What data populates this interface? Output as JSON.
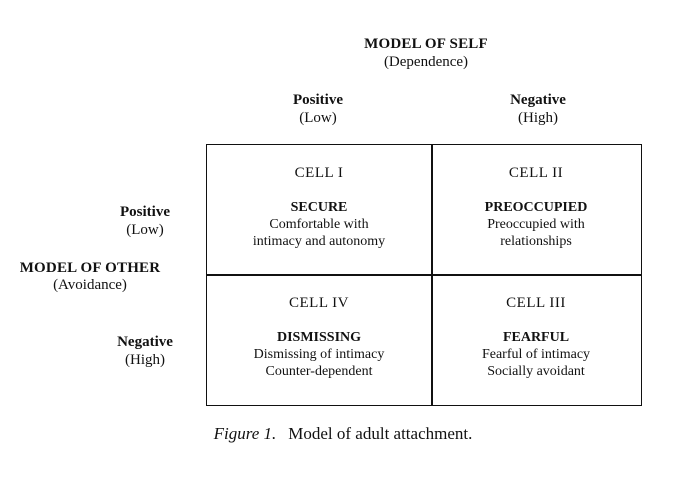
{
  "model_of_self": {
    "title": "MODEL OF SELF",
    "subtitle": "(Dependence)",
    "columns": [
      {
        "label": "Positive",
        "sub": "(Low)"
      },
      {
        "label": "Negative",
        "sub": "(High)"
      }
    ]
  },
  "model_of_other": {
    "title": "MODEL OF OTHER",
    "subtitle": "(Avoidance)",
    "rows": [
      {
        "label": "Positive",
        "sub": "(Low)"
      },
      {
        "label": "Negative",
        "sub": "(High)"
      }
    ]
  },
  "cells": [
    {
      "id": "CELL I",
      "name": "SECURE",
      "lines": [
        "Comfortable with",
        "intimacy and autonomy"
      ]
    },
    {
      "id": "CELL II",
      "name": "PREOCCUPIED",
      "lines": [
        "Preoccupied with",
        "relationships"
      ]
    },
    {
      "id": "CELL IV",
      "name": "DISMISSING",
      "lines": [
        "Dismissing of intimacy",
        "Counter-dependent"
      ]
    },
    {
      "id": "CELL III",
      "name": "FEARFUL",
      "lines": [
        "Fearful of intimacy",
        "Socially avoidant"
      ]
    }
  ],
  "caption": {
    "figure": "Figure 1.",
    "text": "Model of adult attachment."
  }
}
